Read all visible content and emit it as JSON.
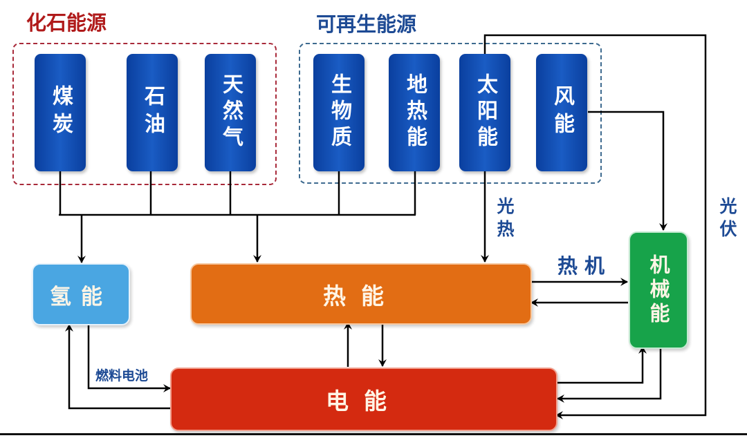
{
  "diagram": {
    "title": "能源转换关系图",
    "groups": {
      "fossil": {
        "title": "化石能源",
        "color": "#b01a1a",
        "border_color": "#a82a3a"
      },
      "renewable": {
        "title": "可再生能源",
        "color": "#1d4a94",
        "border_color": "#3d6a8f"
      }
    },
    "sources": [
      {
        "id": "coal",
        "label": "煤炭",
        "group": "fossil"
      },
      {
        "id": "oil",
        "label": "石油",
        "group": "fossil"
      },
      {
        "id": "gas",
        "label": "天然气",
        "group": "fossil"
      },
      {
        "id": "biomass",
        "label": "生物质",
        "group": "renewable"
      },
      {
        "id": "geothermal",
        "label": "地热能",
        "group": "renewable"
      },
      {
        "id": "solar",
        "label": "太阳能",
        "group": "renewable"
      },
      {
        "id": "wind",
        "label": "风能",
        "group": "renewable"
      }
    ],
    "nodes": {
      "hydrogen": {
        "label": "氢能",
        "color": "#4aa6e2"
      },
      "heat": {
        "label": "热能",
        "color": "#e26d14"
      },
      "electric": {
        "label": "电能",
        "color": "#d42a10"
      },
      "mechanical": {
        "label": "机械能",
        "color": "#17a34a"
      }
    },
    "edge_labels": {
      "solar_thermal": "光热",
      "heat_engine": "热机",
      "photovoltaic": "光伏",
      "fuel_cell": "燃料电池"
    },
    "edges": [
      {
        "from": "fossil+biomass+geothermal",
        "to": "hydrogen"
      },
      {
        "from": "fossil+biomass+geothermal",
        "to": "heat"
      },
      {
        "from": "solar",
        "to": "heat",
        "label": "光热"
      },
      {
        "from": "solar",
        "to": "electric",
        "label": "光伏"
      },
      {
        "from": "wind",
        "to": "mechanical"
      },
      {
        "from": "heat",
        "to": "mechanical",
        "label": "热机"
      },
      {
        "from": "mechanical",
        "to": "heat"
      },
      {
        "from": "hydrogen",
        "to": "electric",
        "label": "燃料电池"
      },
      {
        "from": "electric",
        "to": "hydrogen"
      },
      {
        "from": "electric",
        "to": "heat"
      },
      {
        "from": "heat",
        "to": "electric"
      },
      {
        "from": "electric",
        "to": "mechanical"
      },
      {
        "from": "mechanical",
        "to": "electric"
      }
    ]
  }
}
